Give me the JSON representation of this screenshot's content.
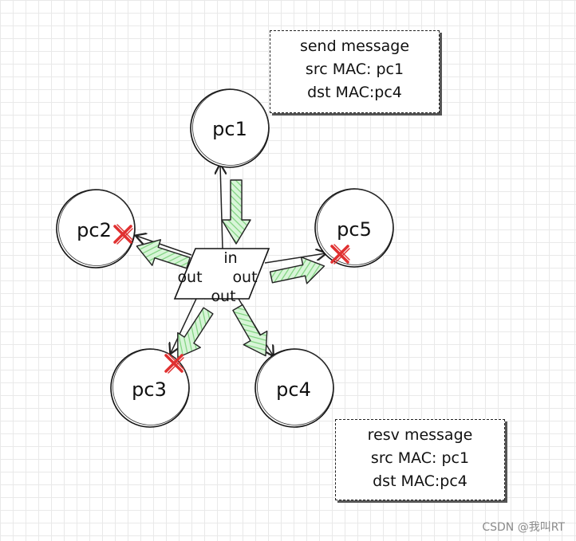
{
  "nodes": {
    "pc1": "pc1",
    "pc2": "pc2",
    "pc3": "pc3",
    "pc4": "pc4",
    "pc5": "pc5"
  },
  "switch": {
    "in_label": "in",
    "out_left": "out",
    "out_right": "out",
    "out_bottom": "out"
  },
  "notes": {
    "send": [
      "send message",
      "src MAC: pc1",
      "dst MAC:pc4"
    ],
    "recv": [
      "resv message",
      "src MAC: pc1",
      "dst MAC:pc4"
    ]
  },
  "blocked_nodes": [
    "pc2",
    "pc3",
    "pc5"
  ],
  "colors": {
    "arrow_fill": "#a8e6a8",
    "arrow_stroke": "#222222",
    "blocked_mark": "#e03030"
  },
  "watermark": "CSDN @我叫RT"
}
